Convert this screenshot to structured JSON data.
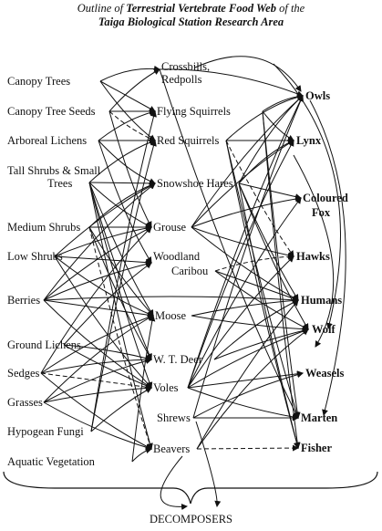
{
  "title": {
    "line1_prefix": "Outline of ",
    "line1_bold": "Terrestrial Vertebrate Food Web",
    "line1_suffix": " of the",
    "line2_bold": "Taiga Biological Station Research Area"
  },
  "producers": {
    "canopy_trees": "Canopy Trees",
    "canopy_tree_seeds": "Canopy Tree Seeds",
    "arboreal_lichens": "Arboreal Lichens",
    "tall_shrubs_1": "Tall Shrubs & Small",
    "tall_shrubs_2": "Trees",
    "medium_shrubs": "Medium Shrubs",
    "low_shrubs": "Low Shrubs",
    "berries": "Berries",
    "ground_lichens": "Ground Lichens",
    "sedges": "Sedges",
    "grasses": "Grasses",
    "hypogean_fungi": "Hypogean Fungi",
    "aquatic_vegetation": "Aquatic Vegetation"
  },
  "herbivores": {
    "crossbills_1": "Crossbills,",
    "crossbills_2": "Redpolls",
    "flying_squirrels": "Flying Squirrels",
    "red_squirrels": "Red Squirrels",
    "snowshoe_hares": "Snowshoe Hares",
    "grouse": "Grouse",
    "woodland": "Woodland",
    "caribou": "Caribou",
    "moose": "Moose",
    "wt_deer": "W. T. Deer",
    "voles": "Voles",
    "shrews": "Shrews",
    "beavers": "Beavers"
  },
  "predators": {
    "owls": "Owls",
    "lynx": "Lynx",
    "coloured": "Coloured",
    "fox": "Fox",
    "hawks": "Hawks",
    "humans": "Humans",
    "wolf": "Wolf",
    "weasels": "Weasels",
    "marten": "Marten",
    "fisher": "Fisher"
  },
  "decomposers": "DECOMPOSERS"
}
